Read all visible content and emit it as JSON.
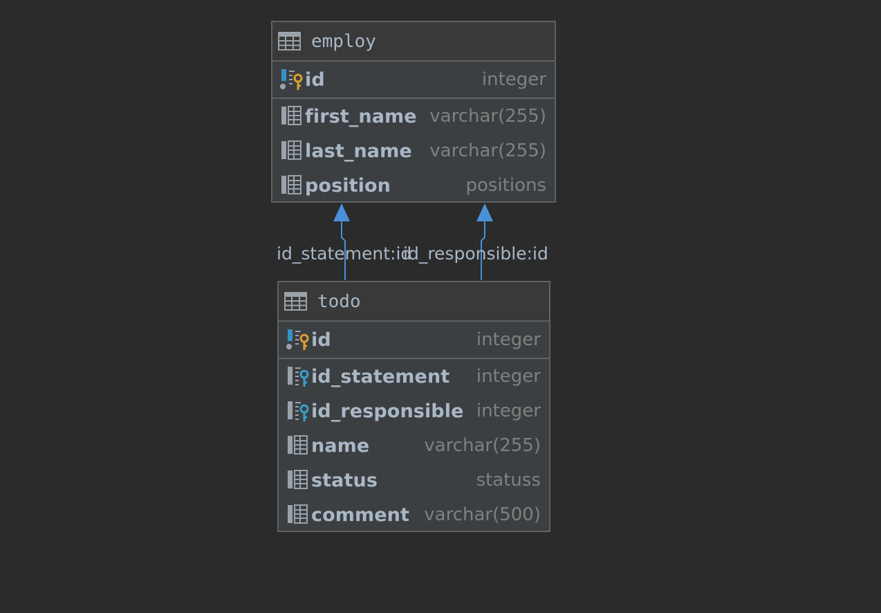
{
  "colors": {
    "background": "#2b2b2b",
    "table_fill": "#3c3f41",
    "border": "#5f6163",
    "text": "#a9b7c6",
    "type_text": "#808080",
    "relation_line": "#4a90d9",
    "primary_key": "#e0a030",
    "foreign_key": "#3aa0d0"
  },
  "tables": [
    {
      "name": "employ",
      "primary_key": {
        "name": "id",
        "type": "integer",
        "icon": "primary-key-icon"
      },
      "columns": [
        {
          "name": "first_name",
          "type": "varchar(255)",
          "icon": "column-icon"
        },
        {
          "name": "last_name",
          "type": "varchar(255)",
          "icon": "column-icon"
        },
        {
          "name": "position",
          "type": "positions",
          "icon": "column-icon"
        }
      ]
    },
    {
      "name": "todo",
      "primary_key": {
        "name": "id",
        "type": "integer",
        "icon": "primary-key-icon"
      },
      "columns": [
        {
          "name": "id_statement",
          "type": "integer",
          "icon": "foreign-key-icon"
        },
        {
          "name": "id_responsible",
          "type": "integer",
          "icon": "foreign-key-icon"
        },
        {
          "name": "name",
          "type": "varchar(255)",
          "icon": "column-icon"
        },
        {
          "name": "status",
          "type": "statuss",
          "icon": "column-icon"
        },
        {
          "name": "comment",
          "type": "varchar(500)",
          "icon": "column-icon"
        }
      ]
    }
  ],
  "relations": [
    {
      "label": "id_statement:id",
      "from": "todo",
      "to": "employ"
    },
    {
      "label": "id_responsible:id",
      "from": "todo",
      "to": "employ"
    }
  ]
}
